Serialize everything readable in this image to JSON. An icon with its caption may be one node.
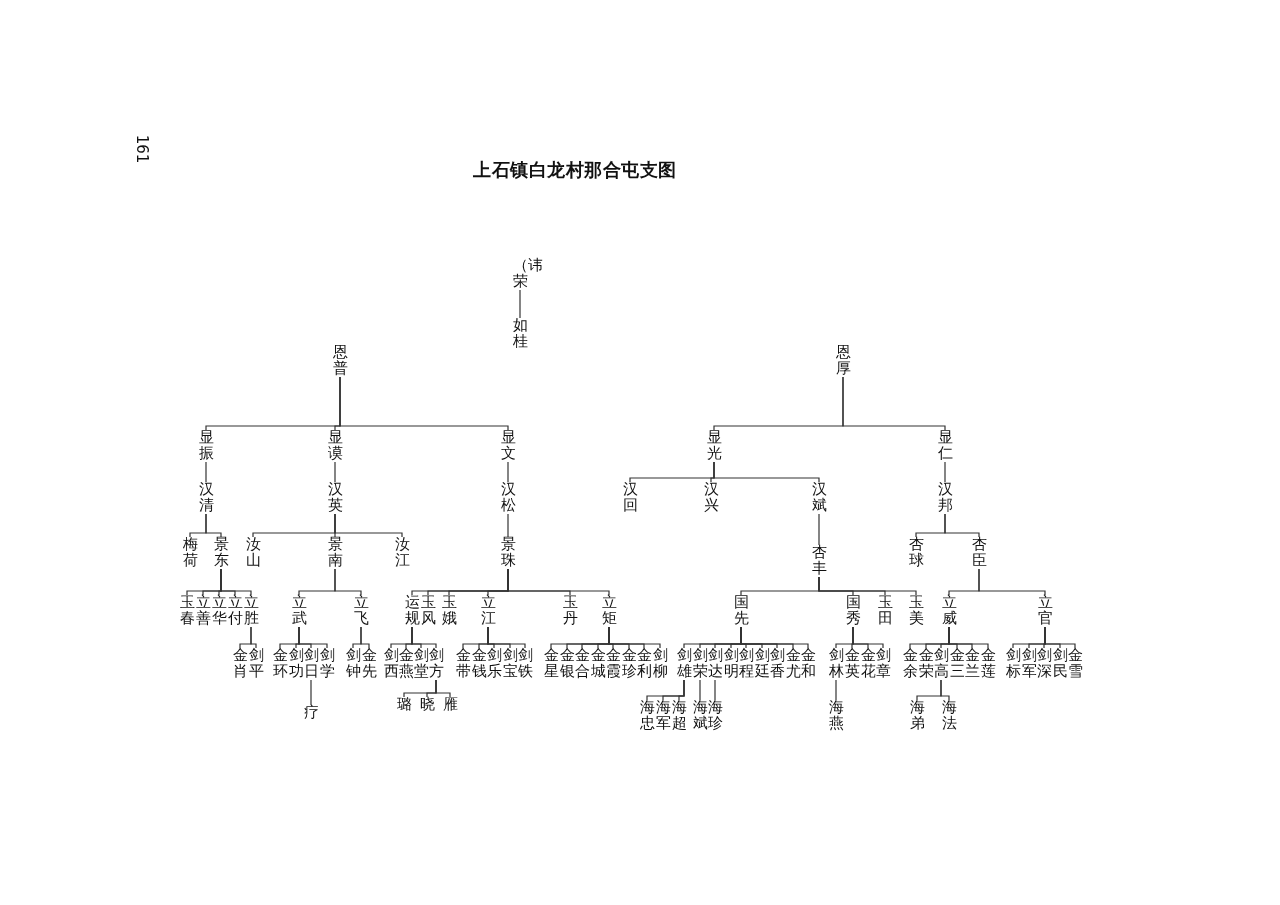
{
  "diagram": {
    "title": "上石镇白龙村那合屯支图",
    "nodes": [
      {
        "text": [
          "（讳荣"
        ]
      },
      {
        "text": [
          "如桂"
        ]
      },
      {
        "text": [
          "恩普"
        ]
      },
      {
        "text": [
          "显振"
        ]
      },
      {
        "text": [
          "显谟"
        ]
      },
      {
        "text": [
          "显文"
        ]
      },
      {
        "text": [
          "汉清"
        ]
      },
      {
        "text": [
          "汉英"
        ]
      },
      {
        "text": [
          "汉松"
        ]
      },
      {
        "text": [
          "梅荷"
        ]
      },
      {
        "text": [
          "景东"
        ]
      },
      {
        "text": [
          "汝山"
        ]
      },
      {
        "text": [
          "景南"
        ]
      },
      {
        "text": [
          "汝江"
        ]
      },
      {
        "text": [
          "景珠"
        ]
      },
      {
        "text": [
          "玉春"
        ]
      },
      {
        "text": [
          "立善"
        ]
      },
      {
        "text": [
          "立华"
        ]
      },
      {
        "text": [
          "立付"
        ]
      },
      {
        "text": [
          "立胜"
        ]
      },
      {
        "text": [
          "立武"
        ]
      },
      {
        "text": [
          "立飞"
        ]
      },
      {
        "text": [
          "运规"
        ]
      },
      {
        "text": [
          "玉风"
        ]
      },
      {
        "text": [
          "玉娥"
        ]
      },
      {
        "text": [
          "立江"
        ]
      },
      {
        "text": [
          "玉丹"
        ]
      },
      {
        "text": [
          "立矩"
        ]
      },
      {
        "text": [
          "金肖"
        ]
      },
      {
        "text": [
          "剑平"
        ]
      },
      {
        "text": [
          "金环"
        ]
      },
      {
        "text": [
          "剑功"
        ]
      },
      {
        "text": [
          "剑日"
        ]
      },
      {
        "text": [
          "剑学"
        ]
      },
      {
        "text": [
          "剑钟"
        ]
      },
      {
        "text": [
          "金先"
        ]
      },
      {
        "text": [
          "剑西"
        ]
      },
      {
        "text": [
          "金燕"
        ]
      },
      {
        "text": [
          "剑堂"
        ]
      },
      {
        "text": [
          "剑方"
        ]
      },
      {
        "text": [
          "金带"
        ]
      },
      {
        "text": [
          "金钱"
        ]
      },
      {
        "text": [
          "剑乐"
        ]
      },
      {
        "text": [
          "剑宝"
        ]
      },
      {
        "text": [
          "剑铁"
        ]
      },
      {
        "text": [
          "金星"
        ]
      },
      {
        "text": [
          "金银"
        ]
      },
      {
        "text": [
          "金合"
        ]
      },
      {
        "text": [
          "金城"
        ]
      },
      {
        "text": [
          "金霞"
        ]
      },
      {
        "text": [
          "金珍"
        ]
      },
      {
        "text": [
          "金利"
        ]
      },
      {
        "text": [
          "剑柳"
        ]
      },
      {
        "text": [
          "疗"
        ]
      },
      {
        "text": [
          "璐"
        ]
      },
      {
        "text": [
          "晓"
        ]
      },
      {
        "text": [
          "雁"
        ]
      },
      {
        "text": [
          "恩厚"
        ]
      },
      {
        "text": [
          "显光"
        ]
      },
      {
        "text": [
          "显仁"
        ]
      },
      {
        "text": [
          "汉回"
        ]
      },
      {
        "text": [
          "汉兴"
        ]
      },
      {
        "text": [
          "汉斌"
        ]
      },
      {
        "text": [
          "汉邦"
        ]
      },
      {
        "text": [
          "杏丰"
        ]
      },
      {
        "text": [
          "杏球"
        ]
      },
      {
        "text": [
          "杏臣"
        ]
      },
      {
        "text": [
          "国先"
        ]
      },
      {
        "text": [
          "国秀"
        ]
      },
      {
        "text": [
          "玉田"
        ]
      },
      {
        "text": [
          "玉美"
        ]
      },
      {
        "text": [
          "立威"
        ]
      },
      {
        "text": [
          "立官"
        ]
      },
      {
        "text": [
          "剑雄"
        ]
      },
      {
        "text": [
          "剑荣"
        ]
      },
      {
        "text": [
          "剑达"
        ]
      },
      {
        "text": [
          "剑明"
        ]
      },
      {
        "text": [
          "剑程"
        ]
      },
      {
        "text": [
          "剑廷"
        ]
      },
      {
        "text": [
          "剑香"
        ]
      },
      {
        "text": [
          "金尤"
        ]
      },
      {
        "text": [
          "金和"
        ]
      },
      {
        "text": [
          "剑林"
        ]
      },
      {
        "text": [
          "金英"
        ]
      },
      {
        "text": [
          "金花"
        ]
      },
      {
        "text": [
          "剑章"
        ]
      },
      {
        "text": [
          "金余"
        ]
      },
      {
        "text": [
          "金荣"
        ]
      },
      {
        "text": [
          "剑高"
        ]
      },
      {
        "text": [
          "金三"
        ]
      },
      {
        "text": [
          "金兰"
        ]
      },
      {
        "text": [
          "金莲"
        ]
      },
      {
        "text": [
          "剑标"
        ]
      },
      {
        "text": [
          "剑军"
        ]
      },
      {
        "text": [
          "剑深"
        ]
      },
      {
        "text": [
          "剑民"
        ]
      },
      {
        "text": [
          "金雪"
        ]
      },
      {
        "text": [
          "海忠"
        ]
      },
      {
        "text": [
          "海军"
        ]
      },
      {
        "text": [
          "海超"
        ]
      },
      {
        "text": [
          "海斌"
        ]
      },
      {
        "text": [
          "海珍"
        ]
      },
      {
        "text": [
          "海燕"
        ]
      },
      {
        "text": [
          "海弟"
        ]
      },
      {
        "text": [
          "海法"
        ]
      }
    ],
    "edges": [
      {
        "from": 0,
        "to": 1,
        "arrow": "none"
      },
      {
        "from": 2,
        "to": 3,
        "arrow": "none"
      },
      {
        "from": 2,
        "to": 4,
        "arrow": "none"
      },
      {
        "from": 2,
        "to": 5,
        "arrow": "none"
      },
      {
        "from": 3,
        "to": 6,
        "arrow": "none"
      },
      {
        "from": 6,
        "to": 9,
        "arrow": "none"
      },
      {
        "from": 6,
        "to": 10,
        "arrow": "none"
      },
      {
        "from": 10,
        "to": 15,
        "arrow": "none"
      },
      {
        "from": 10,
        "to": 16,
        "arrow": "none"
      },
      {
        "from": 10,
        "to": 17,
        "arrow": "none"
      },
      {
        "from": 10,
        "to": 18,
        "arrow": "none"
      },
      {
        "from": 10,
        "to": 19,
        "arrow": "none"
      },
      {
        "from": 19,
        "to": 28,
        "arrow": "none"
      },
      {
        "from": 19,
        "to": 29,
        "arrow": "none"
      },
      {
        "from": 4,
        "to": 7,
        "arrow": "none"
      },
      {
        "from": 7,
        "to": 11,
        "arrow": "none"
      },
      {
        "from": 7,
        "to": 12,
        "arrow": "none"
      },
      {
        "from": 7,
        "to": 13,
        "arrow": "none"
      },
      {
        "from": 12,
        "to": 20,
        "arrow": "none"
      },
      {
        "from": 12,
        "to": 21,
        "arrow": "none"
      },
      {
        "from": 20,
        "to": 30,
        "arrow": "none"
      },
      {
        "from": 20,
        "to": 31,
        "arrow": "none"
      },
      {
        "from": 20,
        "to": 32,
        "arrow": "none"
      },
      {
        "from": 20,
        "to": 33,
        "arrow": "none"
      },
      {
        "from": 32,
        "to": 53,
        "arrow": "none"
      },
      {
        "from": 21,
        "to": 34,
        "arrow": "none"
      },
      {
        "from": 21,
        "to": 35,
        "arrow": "none"
      },
      {
        "from": 5,
        "to": 8,
        "arrow": "none"
      },
      {
        "from": 8,
        "to": 14,
        "arrow": "none"
      },
      {
        "from": 14,
        "to": 22,
        "arrow": "none"
      },
      {
        "from": 14,
        "to": 23,
        "arrow": "none"
      },
      {
        "from": 14,
        "to": 24,
        "arrow": "none"
      },
      {
        "from": 14,
        "to": 25,
        "arrow": "none"
      },
      {
        "from": 14,
        "to": 26,
        "arrow": "none"
      },
      {
        "from": 14,
        "to": 27,
        "arrow": "none"
      },
      {
        "from": 22,
        "to": 36,
        "arrow": "none"
      },
      {
        "from": 22,
        "to": 37,
        "arrow": "none"
      },
      {
        "from": 22,
        "to": 38,
        "arrow": "none"
      },
      {
        "from": 22,
        "to": 39,
        "arrow": "none"
      },
      {
        "from": 39,
        "to": 54,
        "arrow": "none"
      },
      {
        "from": 39,
        "to": 55,
        "arrow": "none"
      },
      {
        "from": 39,
        "to": 56,
        "arrow": "none"
      },
      {
        "from": 25,
        "to": 40,
        "arrow": "none"
      },
      {
        "from": 25,
        "to": 41,
        "arrow": "none"
      },
      {
        "from": 25,
        "to": 42,
        "arrow": "none"
      },
      {
        "from": 25,
        "to": 43,
        "arrow": "none"
      },
      {
        "from": 25,
        "to": 44,
        "arrow": "none"
      },
      {
        "from": 27,
        "to": 45,
        "arrow": "none"
      },
      {
        "from": 27,
        "to": 46,
        "arrow": "none"
      },
      {
        "from": 27,
        "to": 47,
        "arrow": "none"
      },
      {
        "from": 27,
        "to": 48,
        "arrow": "none"
      },
      {
        "from": 27,
        "to": 49,
        "arrow": "none"
      },
      {
        "from": 27,
        "to": 50,
        "arrow": "none"
      },
      {
        "from": 27,
        "to": 51,
        "arrow": "none"
      },
      {
        "from": 27,
        "to": 52,
        "arrow": "none"
      },
      {
        "from": 57,
        "to": 58,
        "arrow": "none"
      },
      {
        "from": 57,
        "to": 59,
        "arrow": "none"
      },
      {
        "from": 58,
        "to": 60,
        "arrow": "none"
      },
      {
        "from": 58,
        "to": 61,
        "arrow": "none"
      },
      {
        "from": 58,
        "to": 62,
        "arrow": "none"
      },
      {
        "from": 62,
        "to": 64,
        "arrow": "none"
      },
      {
        "from": 64,
        "to": 67,
        "arrow": "none"
      },
      {
        "from": 64,
        "to": 68,
        "arrow": "none"
      },
      {
        "from": 64,
        "to": 69,
        "arrow": "none"
      },
      {
        "from": 64,
        "to": 70,
        "arrow": "none"
      },
      {
        "from": 67,
        "to": 73,
        "arrow": "none"
      },
      {
        "from": 67,
        "to": 74,
        "arrow": "none"
      },
      {
        "from": 67,
        "to": 75,
        "arrow": "none"
      },
      {
        "from": 67,
        "to": 76,
        "arrow": "none"
      },
      {
        "from": 67,
        "to": 77,
        "arrow": "none"
      },
      {
        "from": 67,
        "to": 78,
        "arrow": "none"
      },
      {
        "from": 67,
        "to": 79,
        "arrow": "none"
      },
      {
        "from": 67,
        "to": 80,
        "arrow": "none"
      },
      {
        "from": 67,
        "to": 81,
        "arrow": "none"
      },
      {
        "from": 73,
        "to": 97,
        "arrow": "none"
      },
      {
        "from": 73,
        "to": 98,
        "arrow": "none"
      },
      {
        "from": 73,
        "to": 99,
        "arrow": "none"
      },
      {
        "from": 74,
        "to": 100,
        "arrow": "none"
      },
      {
        "from": 75,
        "to": 101,
        "arrow": "none"
      },
      {
        "from": 68,
        "to": 82,
        "arrow": "none"
      },
      {
        "from": 68,
        "to": 83,
        "arrow": "none"
      },
      {
        "from": 68,
        "to": 84,
        "arrow": "none"
      },
      {
        "from": 68,
        "to": 85,
        "arrow": "none"
      },
      {
        "from": 82,
        "to": 102,
        "arrow": "none"
      },
      {
        "from": 59,
        "to": 63,
        "arrow": "none"
      },
      {
        "from": 63,
        "to": 65,
        "arrow": "none"
      },
      {
        "from": 63,
        "to": 66,
        "arrow": "none"
      },
      {
        "from": 66,
        "to": 71,
        "arrow": "none"
      },
      {
        "from": 66,
        "to": 72,
        "arrow": "none"
      },
      {
        "from": 71,
        "to": 86,
        "arrow": "none"
      },
      {
        "from": 71,
        "to": 87,
        "arrow": "none"
      },
      {
        "from": 71,
        "to": 88,
        "arrow": "none"
      },
      {
        "from": 71,
        "to": 89,
        "arrow": "none"
      },
      {
        "from": 71,
        "to": 90,
        "arrow": "none"
      },
      {
        "from": 71,
        "to": 91,
        "arrow": "none"
      },
      {
        "from": 88,
        "to": 103,
        "arrow": "none"
      },
      {
        "from": 88,
        "to": 104,
        "arrow": "none"
      },
      {
        "from": 72,
        "to": 92,
        "arrow": "none"
      },
      {
        "from": 72,
        "to": 93,
        "arrow": "none"
      },
      {
        "from": 72,
        "to": 94,
        "arrow": "none"
      },
      {
        "from": 72,
        "to": 95,
        "arrow": "none"
      },
      {
        "from": 72,
        "to": 96,
        "arrow": "none"
      }
    ],
    "labels": [
      "161"
    ]
  }
}
